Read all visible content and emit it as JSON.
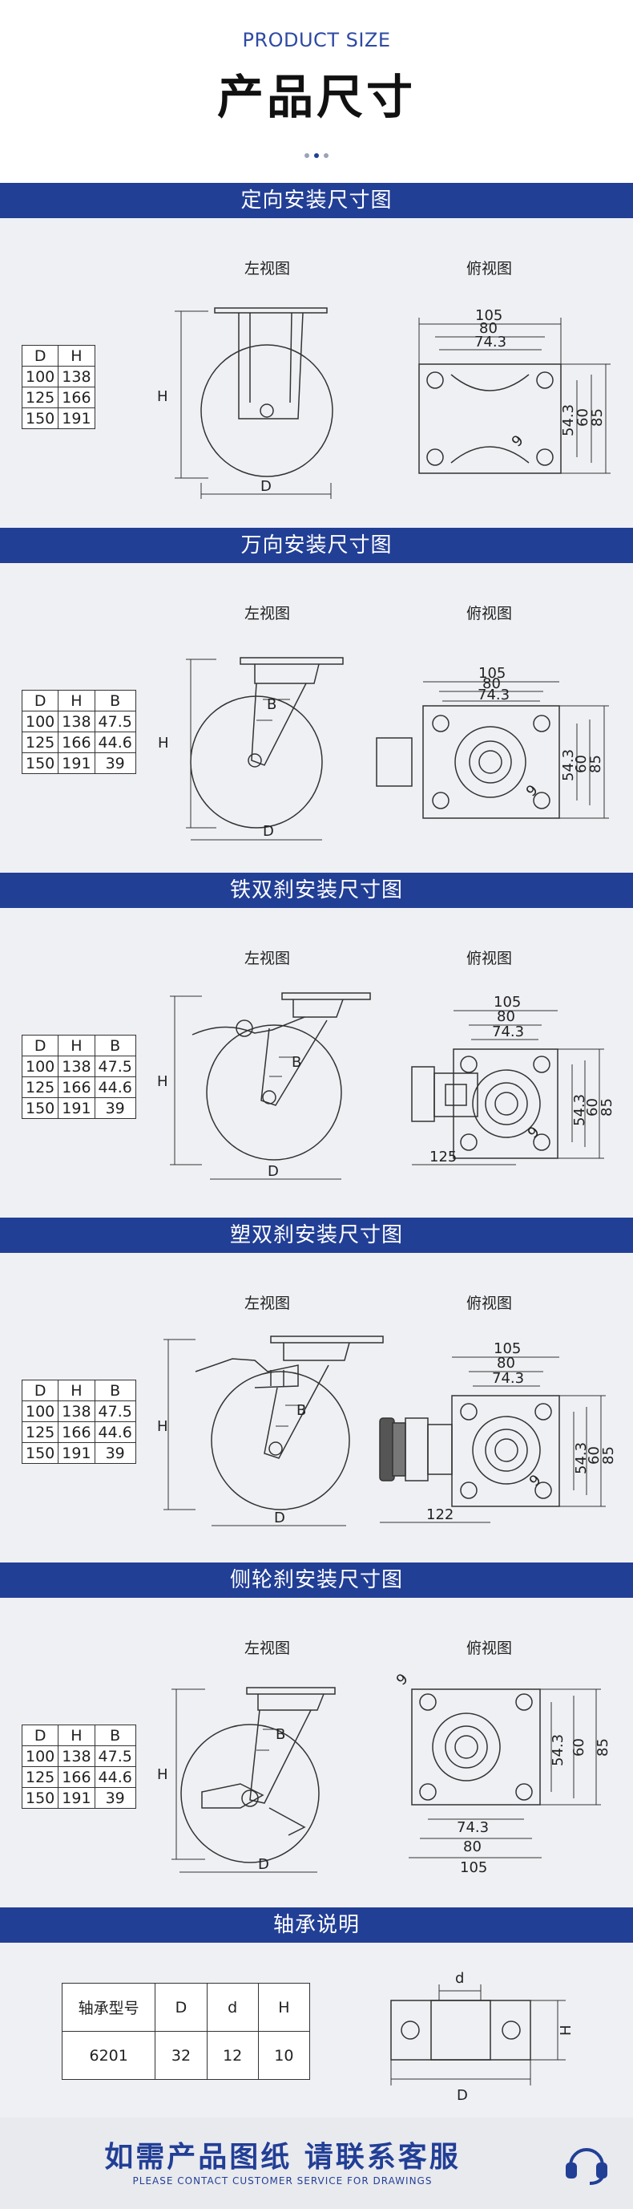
{
  "header": {
    "title_en": "PRODUCT SIZE",
    "title_cn": "产品尺寸",
    "accent_color": "#223f96"
  },
  "labels": {
    "left_view": "左视图",
    "top_view": "俯视图"
  },
  "sections": [
    {
      "title": "定向安装尺寸图",
      "table": {
        "headers": [
          "D",
          "H"
        ],
        "rows": [
          [
            "100",
            "138"
          ],
          [
            "125",
            "166"
          ],
          [
            "150",
            "191"
          ]
        ]
      },
      "dims": {
        "d": "D",
        "h": "H",
        "w1": "105",
        "w2": "80",
        "w3": "74.3",
        "v1": "54.3",
        "v2": "60",
        "v3": "85",
        "hole": "9"
      }
    },
    {
      "title": "万向安装尺寸图",
      "table": {
        "headers": [
          "D",
          "H",
          "B"
        ],
        "rows": [
          [
            "100",
            "138",
            "47.5"
          ],
          [
            "125",
            "166",
            "44.6"
          ],
          [
            "150",
            "191",
            "39"
          ]
        ]
      },
      "dims": {
        "d": "D",
        "h": "H",
        "b": "B",
        "w1": "105",
        "w2": "80",
        "w3": "74.3",
        "v1": "54.3",
        "v2": "60",
        "v3": "85",
        "hole": "9"
      }
    },
    {
      "title": "铁双刹安装尺寸图",
      "table": {
        "headers": [
          "D",
          "H",
          "B"
        ],
        "rows": [
          [
            "100",
            "138",
            "47.5"
          ],
          [
            "125",
            "166",
            "44.6"
          ],
          [
            "150",
            "191",
            "39"
          ]
        ]
      },
      "dims": {
        "d": "D",
        "h": "H",
        "b": "B",
        "w1": "105",
        "w2": "80",
        "w3": "74.3",
        "v1": "54.3",
        "v2": "60",
        "v3": "85",
        "hole": "9",
        "overall": "125"
      }
    },
    {
      "title": "塑双刹安装尺寸图",
      "table": {
        "headers": [
          "D",
          "H",
          "B"
        ],
        "rows": [
          [
            "100",
            "138",
            "47.5"
          ],
          [
            "125",
            "166",
            "44.6"
          ],
          [
            "150",
            "191",
            "39"
          ]
        ]
      },
      "dims": {
        "d": "D",
        "h": "H",
        "b": "B",
        "w1": "105",
        "w2": "80",
        "w3": "74.3",
        "v1": "54.3",
        "v2": "60",
        "v3": "85",
        "hole": "9",
        "overall": "122"
      }
    },
    {
      "title": "侧轮刹安装尺寸图",
      "table": {
        "headers": [
          "D",
          "H",
          "B"
        ],
        "rows": [
          [
            "100",
            "138",
            "47.5"
          ],
          [
            "125",
            "166",
            "44.6"
          ],
          [
            "150",
            "191",
            "39"
          ]
        ]
      },
      "dims": {
        "d": "D",
        "h": "H",
        "b": "B",
        "w1": "105",
        "w2": "80",
        "w3": "74.3",
        "v1": "54.3",
        "v2": "60",
        "v3": "85",
        "hole": "9"
      }
    }
  ],
  "bearing": {
    "title": "轴承说明",
    "headers": [
      "轴承型号",
      "D",
      "d",
      "H"
    ],
    "row": [
      "6201",
      "32",
      "12",
      "10"
    ],
    "dims": {
      "d_small": "d",
      "h": "H",
      "d_big": "D"
    }
  },
  "footer": {
    "cta": "如需产品图纸 请联系客服",
    "cta_en": "PLEASE CONTACT CUSTOMER SERVICE FOR DRAWINGS",
    "icon": "headset-icon"
  }
}
